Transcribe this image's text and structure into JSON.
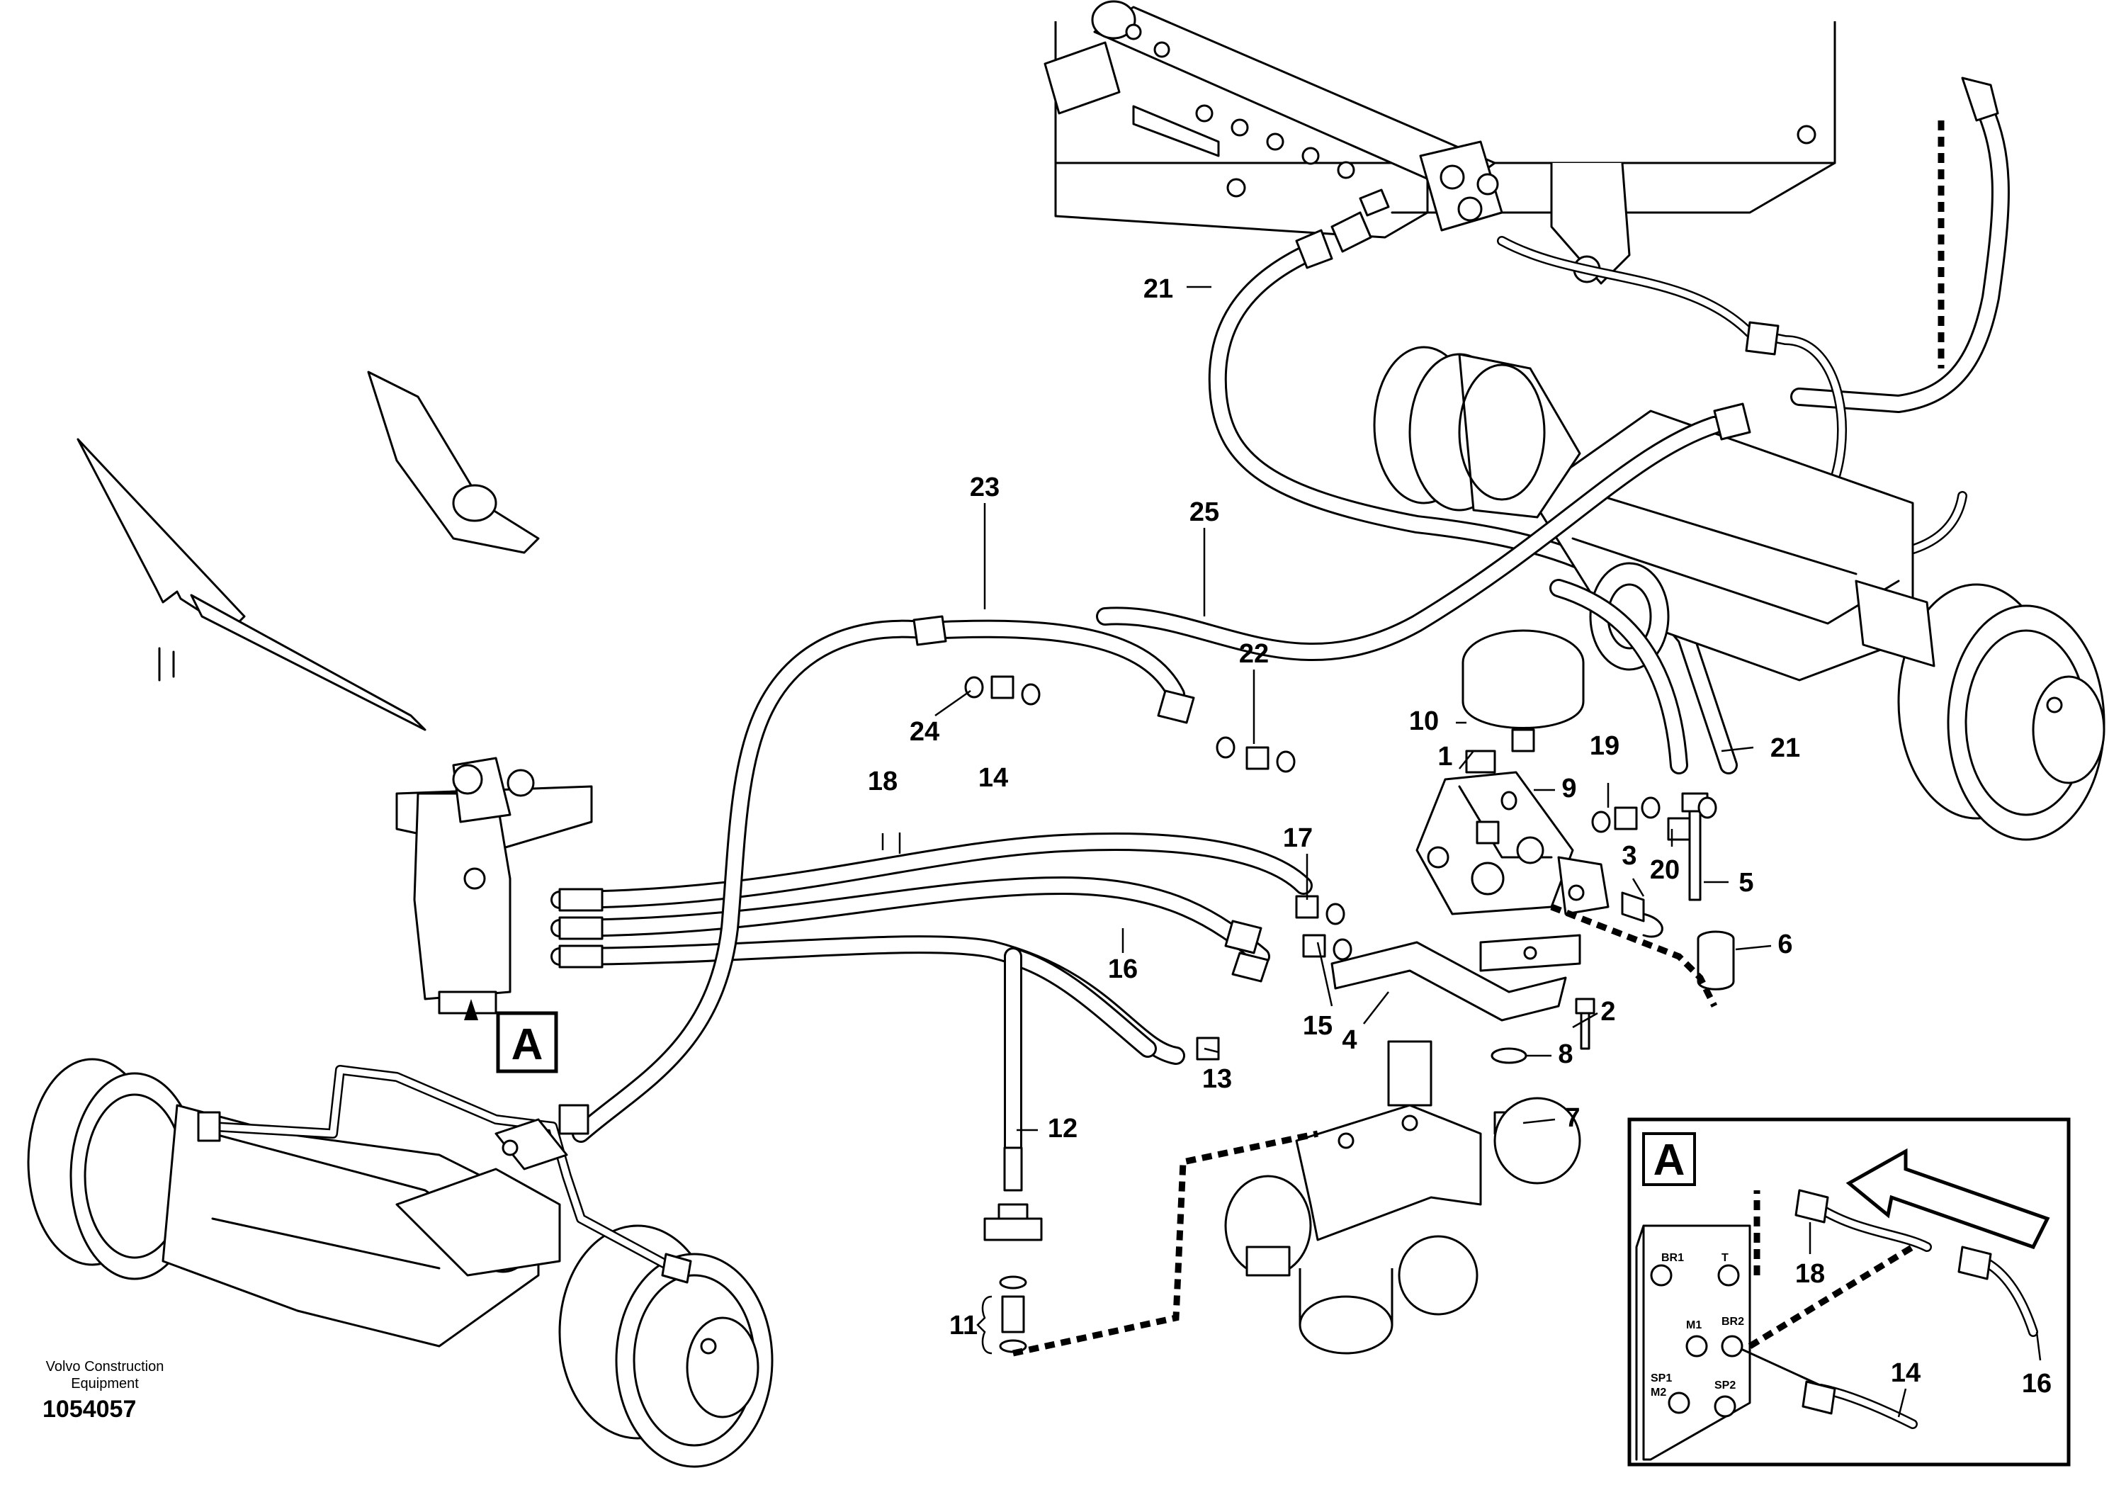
{
  "callouts": [
    "1",
    "2",
    "3",
    "4",
    "5",
    "6",
    "7",
    "8",
    "9",
    "10",
    "11",
    "12",
    "13",
    "14",
    "15",
    "16",
    "17",
    "18",
    "19",
    "20",
    "21",
    "22",
    "23",
    "24",
    "25"
  ],
  "section_tag": "A",
  "detail": {
    "tag": "A",
    "labels": [
      "18",
      "14",
      "16"
    ],
    "ports": [
      "BR1",
      "T",
      "BR2",
      "M1",
      "SP1",
      "M2",
      "SP2"
    ]
  },
  "manufacturer": "Volvo Construction Equipment",
  "document_number": "1054057"
}
